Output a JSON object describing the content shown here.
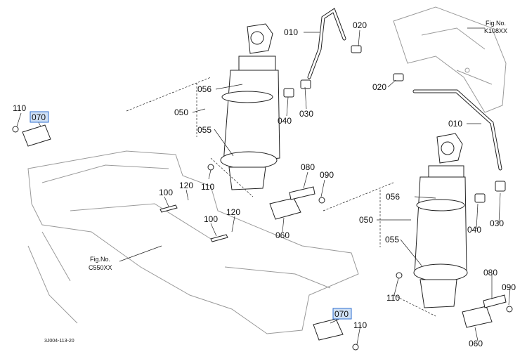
{
  "labels": {
    "l_010_top": "010",
    "l_020_top": "020",
    "l_056_left": "056",
    "l_050_left": "050",
    "l_055_left": "055",
    "l_040_left": "040",
    "l_030_left": "030",
    "l_020_right": "020",
    "l_010_right": "010",
    "l_110_topleft": "110",
    "l_070_left": "070",
    "l_080_mid": "080",
    "l_090_mid": "090",
    "l_100_upper": "100",
    "l_120_upper": "120",
    "l_110_mid": "110",
    "l_100_lower": "100",
    "l_120_lower": "120",
    "l_060_mid": "060",
    "l_056_right": "056",
    "l_050_right": "050",
    "l_055_right": "055",
    "l_040_right": "040",
    "l_030_right": "030",
    "l_080_right": "080",
    "l_090_right": "090",
    "l_110_right": "110",
    "l_060_right": "060",
    "l_070_bottom": "070",
    "l_110_bottom": "110"
  },
  "figure_refs": {
    "k108_prefix": "Fig.No.",
    "k108_code": "K108XX",
    "c550_prefix": "Fig.No.",
    "c550_code": "C550XX"
  },
  "drawing_code": "3J004-113-20",
  "highlight_color": "#2f6fd0"
}
